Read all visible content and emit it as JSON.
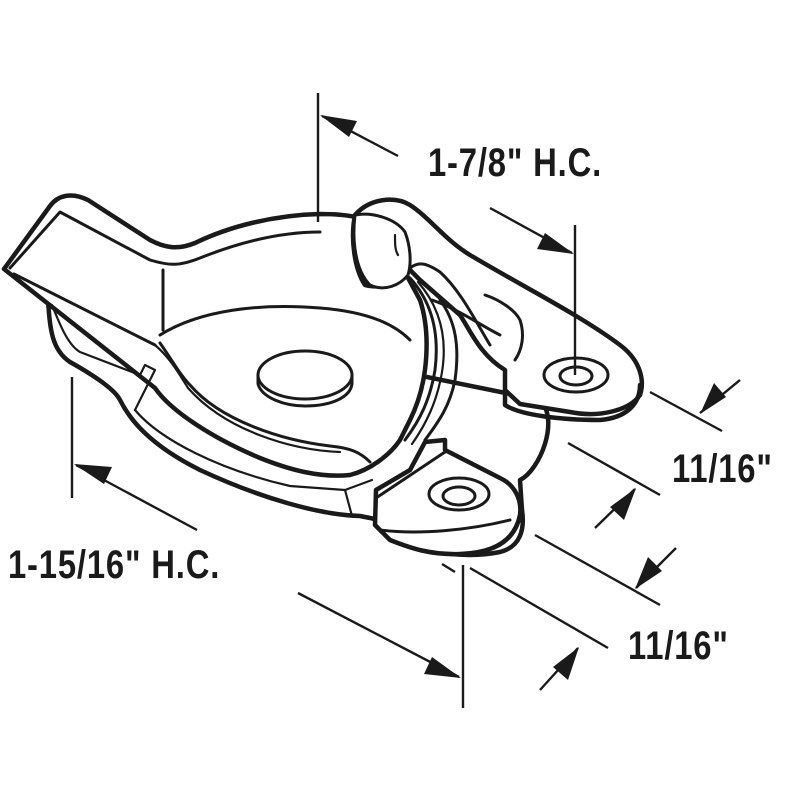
{
  "diagram": {
    "subject": "sash-lock-hardware",
    "line_color": "#1a1a1a",
    "background": "#ffffff"
  },
  "dimensions": {
    "top_hole_center": "1-7/8\" H.C.",
    "right_width_upper": "11/16\"",
    "right_width_lower": "11/16\"",
    "bottom_hole_center": "1-15/16\" H.C."
  }
}
